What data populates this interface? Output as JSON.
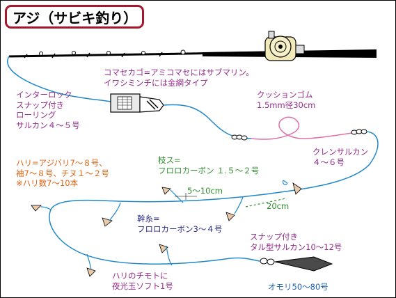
{
  "title": "アジ（サビキ釣り）",
  "colors": {
    "frame_title_border": "#a4172d",
    "line": "#1f88c9",
    "cushion_rubber": "#e06fa8",
    "purple_text": "#952a8c",
    "orange_text": "#e2610f",
    "green_text": "#2e8e2e",
    "navy_text": "#2a2a8a",
    "blue_text": "#1a5fb0",
    "sinker": "#4a4a4a",
    "reel": "#f1e9b8"
  },
  "labels": {
    "basket_1": "コマセカゴ=アミコマセにはサブマリン。",
    "basket_2": "イワシミンチには金網タイプ",
    "interlock_1": "インターロック",
    "interlock_2": "スナップ付き",
    "interlock_3": "ローリング",
    "interlock_4": "サルカン４～５号",
    "cushion_1": "クッションゴム",
    "cushion_2": "1.5mm径30cm",
    "crane_1": "クレンサルカン",
    "crane_2": "４～６号",
    "hook_1": "ハリ=アジバリ7～８号、",
    "hook_2": "袖7～８号、チヌ１～２号",
    "hook_3": "※ハリ数7～10本",
    "branch_1": "枝ス=",
    "branch_2": "フロロカーボン １.５～２号",
    "branch_len": "5～10cm",
    "spacing": "20cm",
    "main_1": "幹糸=",
    "main_2": "フロロカーボン3～４号",
    "snap_1": "スナップ付き",
    "snap_2": "タル型サルカン10～12号",
    "glow_1": "ハリのチモトに",
    "glow_2": "夜光玉ソフト1号",
    "sinker": "オモリ50～80号"
  }
}
